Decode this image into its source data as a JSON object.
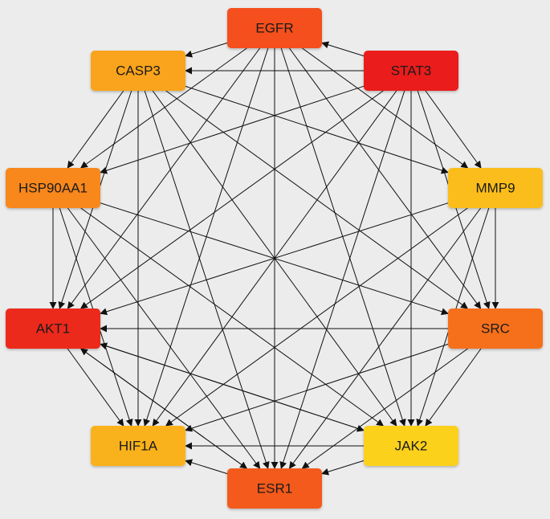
{
  "nodes": [
    {
      "id": "EGFR",
      "label": "EGFR",
      "color": "#f4501e"
    },
    {
      "id": "STAT3",
      "label": "STAT3",
      "color": "#ea1e1e"
    },
    {
      "id": "CASP3",
      "label": "CASP3",
      "color": "#f9a41c"
    },
    {
      "id": "HSP90AA1",
      "label": "HSP90AA1",
      "color": "#f8871f"
    },
    {
      "id": "MMP9",
      "label": "MMP9",
      "color": "#fbbd1c"
    },
    {
      "id": "AKT1",
      "label": "AKT1",
      "color": "#ec2a1c"
    },
    {
      "id": "SRC",
      "label": "SRC",
      "color": "#f6701e"
    },
    {
      "id": "HIF1A",
      "label": "HIF1A",
      "color": "#fab21f"
    },
    {
      "id": "JAK2",
      "label": "JAK2",
      "color": "#fbd11e"
    },
    {
      "id": "ESR1",
      "label": "ESR1",
      "color": "#f35a1e"
    }
  ],
  "edges": [
    [
      "STAT3",
      "EGFR"
    ],
    [
      "EGFR",
      "CASP3"
    ],
    [
      "EGFR",
      "HSP90AA1"
    ],
    [
      "EGFR",
      "MMP9"
    ],
    [
      "EGFR",
      "AKT1"
    ],
    [
      "EGFR",
      "SRC"
    ],
    [
      "EGFR",
      "HIF1A"
    ],
    [
      "EGFR",
      "JAK2"
    ],
    [
      "EGFR",
      "ESR1"
    ],
    [
      "STAT3",
      "CASP3"
    ],
    [
      "STAT3",
      "HSP90AA1"
    ],
    [
      "STAT3",
      "MMP9"
    ],
    [
      "STAT3",
      "AKT1"
    ],
    [
      "STAT3",
      "SRC"
    ],
    [
      "STAT3",
      "HIF1A"
    ],
    [
      "STAT3",
      "JAK2"
    ],
    [
      "STAT3",
      "ESR1"
    ],
    [
      "CASP3",
      "HSP90AA1"
    ],
    [
      "CASP3",
      "MMP9"
    ],
    [
      "CASP3",
      "AKT1"
    ],
    [
      "CASP3",
      "SRC"
    ],
    [
      "CASP3",
      "HIF1A"
    ],
    [
      "CASP3",
      "JAK2"
    ],
    [
      "CASP3",
      "ESR1"
    ],
    [
      "HSP90AA1",
      "AKT1"
    ],
    [
      "HSP90AA1",
      "SRC"
    ],
    [
      "HSP90AA1",
      "HIF1A"
    ],
    [
      "HSP90AA1",
      "JAK2"
    ],
    [
      "HSP90AA1",
      "ESR1"
    ],
    [
      "MMP9",
      "AKT1"
    ],
    [
      "MMP9",
      "SRC"
    ],
    [
      "MMP9",
      "HIF1A"
    ],
    [
      "MMP9",
      "JAK2"
    ],
    [
      "MMP9",
      "ESR1"
    ],
    [
      "SRC",
      "AKT1"
    ],
    [
      "SRC",
      "HIF1A"
    ],
    [
      "SRC",
      "JAK2"
    ],
    [
      "SRC",
      "ESR1"
    ],
    [
      "AKT1",
      "HIF1A"
    ],
    [
      "AKT1",
      "JAK2"
    ],
    [
      "AKT1",
      "ESR1"
    ],
    [
      "JAK2",
      "AKT1"
    ],
    [
      "JAK2",
      "HIF1A"
    ],
    [
      "JAK2",
      "ESR1"
    ],
    [
      "ESR1",
      "AKT1"
    ],
    [
      "ESR1",
      "HIF1A"
    ]
  ]
}
